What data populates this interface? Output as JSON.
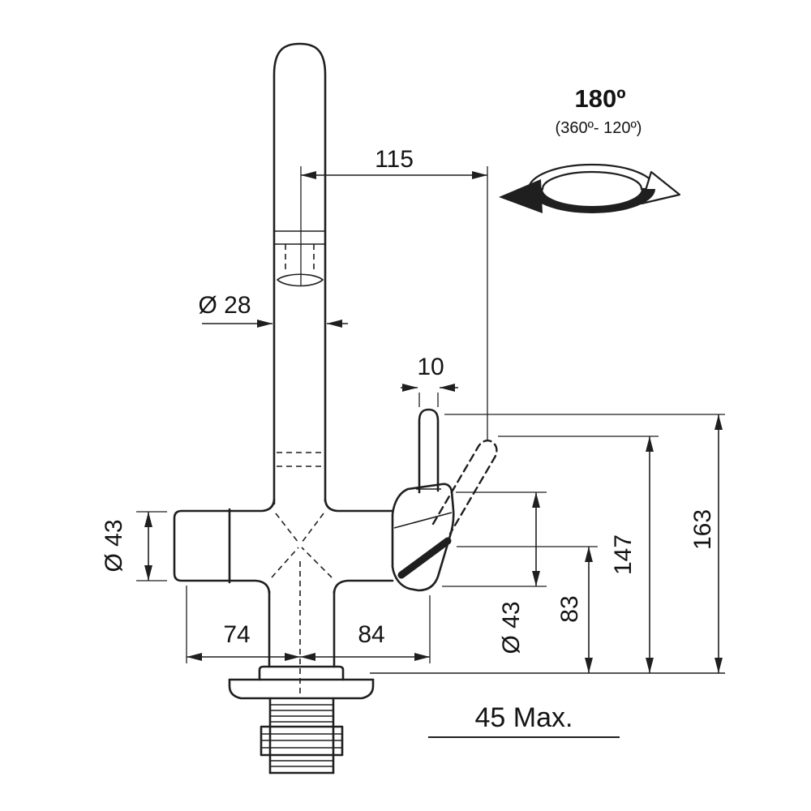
{
  "page": {
    "background": "#ffffff",
    "line_color": "#1f1f1f",
    "subject": "faucet-dimensional-technical-drawing",
    "units": "mm"
  },
  "drawing": {
    "labels": {
      "spout_offset": "115",
      "spout_diameter": "Ø 28",
      "handle_pin_width": "10",
      "body_diameter_left": "Ø 43",
      "left_reach": "74",
      "right_reach": "84",
      "body_diameter_right": "Ø 43",
      "body_center_height": "83",
      "handle_top_height": "147",
      "total_height": "163",
      "max_deck_thickness": "45 Max."
    },
    "rotation": {
      "main": "180º",
      "detail": "(360º- 120º)"
    }
  }
}
